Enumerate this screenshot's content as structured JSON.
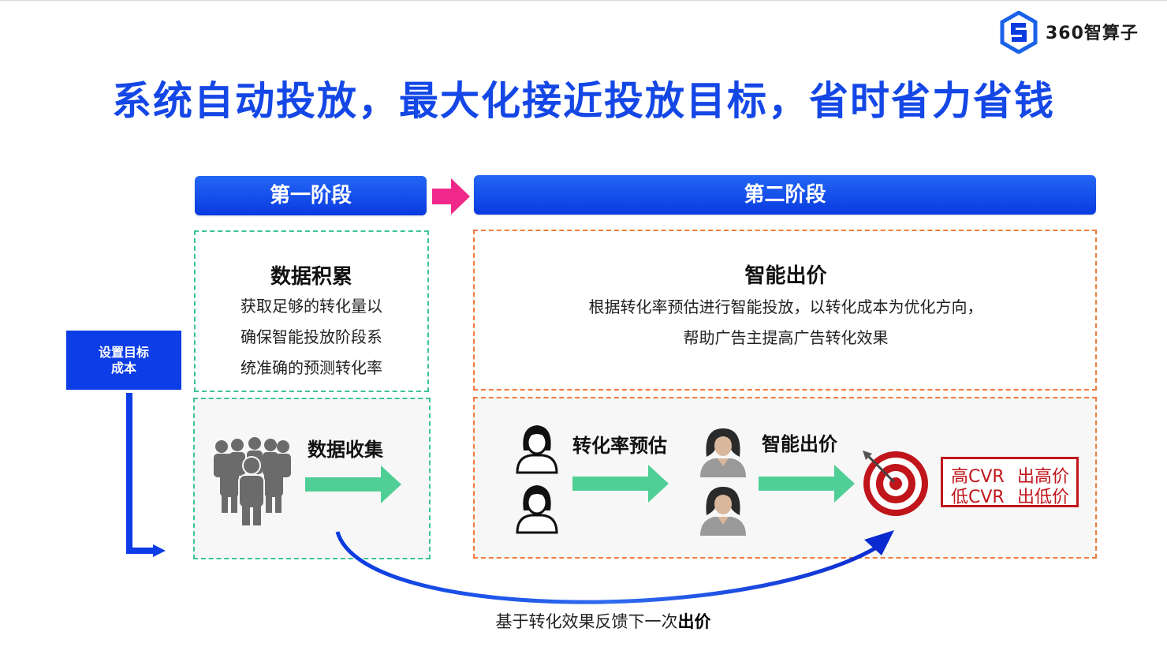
{
  "logo": {
    "text": "360智算子",
    "icon": "hexagon-s-logo-icon"
  },
  "title": "系统自动投放，最大化接近投放目标，省时省力省钱",
  "stages": {
    "first": "第一阶段",
    "second": "第二阶段"
  },
  "colors": {
    "primary_blue": "#1447e6",
    "green_arrow": "#4fcf96",
    "pink_arrow": "#f0288a",
    "red": "#c0151a",
    "orange_dash": "#f07a3c",
    "green_dash": "#3cc58f"
  },
  "cost_box": {
    "line1": "设置目标",
    "line2": "成本"
  },
  "stage1": {
    "heading": "数据积累",
    "lines": [
      "获取足够的转化量以",
      "确保智能投放阶段系",
      "统准确的预测转化率"
    ],
    "collect_label": "数据收集",
    "crowd_icon": "people-crowd-icon"
  },
  "stage2": {
    "heading": "智能出价",
    "lines": [
      "根据转化率预估进行智能投放，以转化成本为优化方向，",
      "帮助广告主提高广告转化效果"
    ],
    "cvr_label": "转化率预估",
    "bid_label": "智能出价",
    "target_icon": "target-dart-icon",
    "cvr_rows": [
      {
        "left": "高CVR",
        "right": "出高价"
      },
      {
        "left": "低CVR",
        "right": "出低价"
      }
    ]
  },
  "bottom": {
    "text": "基于转化效果反馈下一次",
    "bold": "出价"
  }
}
